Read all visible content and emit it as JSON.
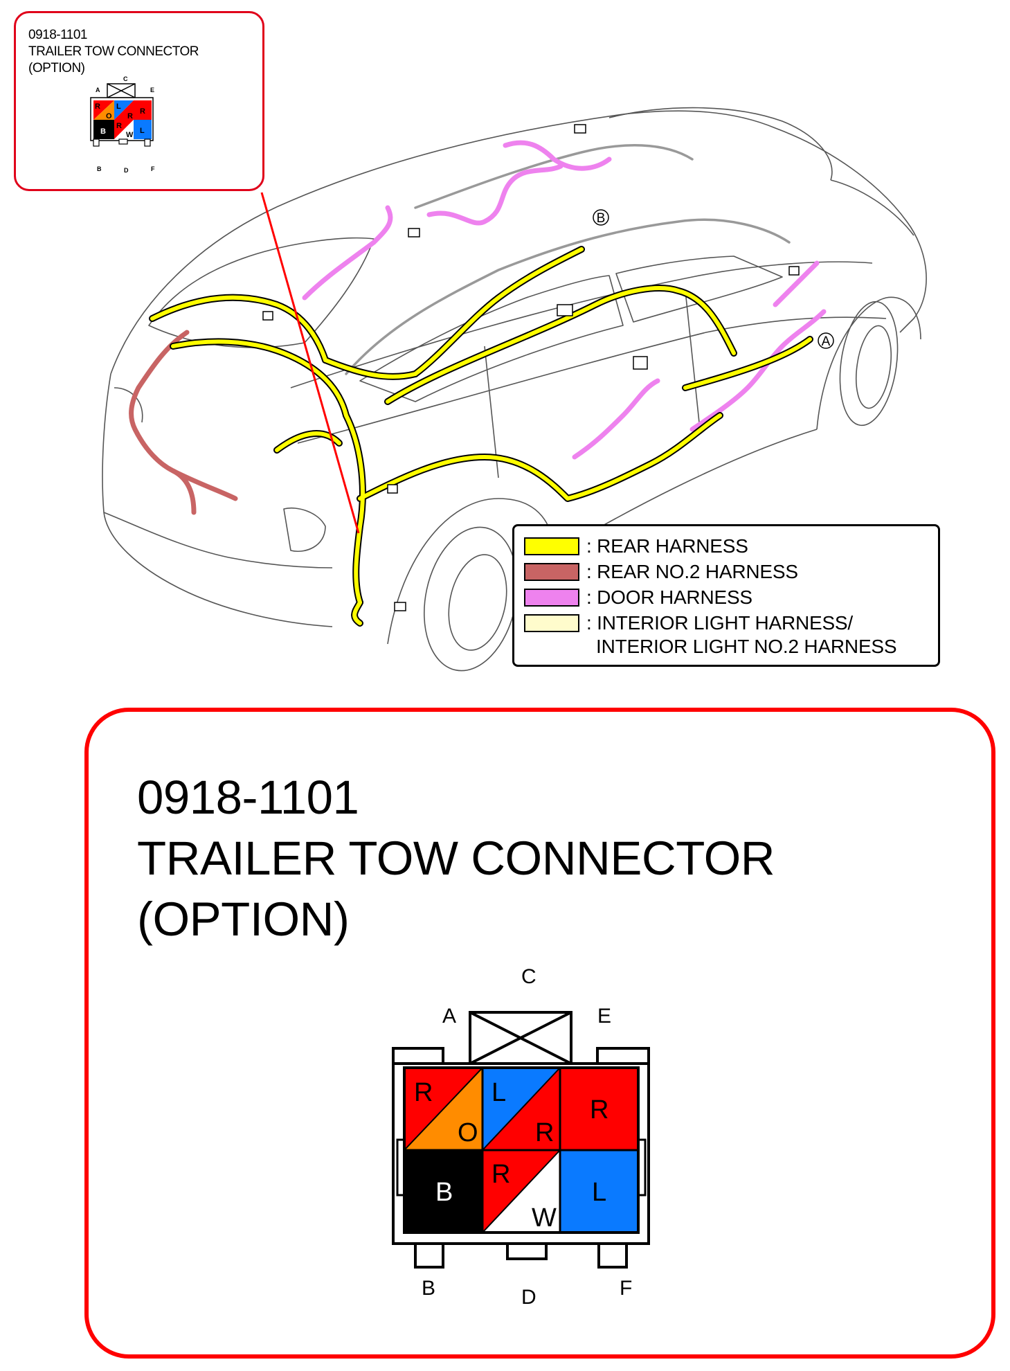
{
  "connector": {
    "code": "0918-1101",
    "name": "TRAILER TOW CONNECTOR",
    "option": "(OPTION)",
    "pin_letters": [
      "A",
      "B",
      "C",
      "D",
      "E",
      "F"
    ],
    "pins": [
      {
        "top": "R",
        "bottom": "O"
      },
      {
        "top": "L",
        "bottom": "R"
      },
      {
        "solid": "R"
      },
      {
        "solid": "B"
      },
      {
        "top": "R",
        "bottom": "W"
      },
      {
        "solid": "L"
      }
    ]
  },
  "callouts": {
    "vehicle": [
      "A",
      "B"
    ]
  },
  "legend": {
    "items": [
      {
        "label": ": REAR HARNESS",
        "color": "#ffff00"
      },
      {
        "label": ": REAR NO.2 HARNESS",
        "color": "#c86464"
      },
      {
        "label": ": DOOR HARNESS",
        "color": "#ee82ee"
      },
      {
        "label": ": INTERIOR LIGHT HARNESS/",
        "color": "#fffccc"
      }
    ],
    "continuation": "INTERIOR LIGHT NO.2 HARNESS"
  },
  "colors": {
    "red": "#ff0000",
    "orange": "#ff8c00",
    "blue": "#0a7aff",
    "black": "#000000",
    "white": "#ffffff",
    "rear_harness": "#ffff00",
    "rear_no2_harness": "#c86464",
    "door_harness": "#ee82ee",
    "interior_light_harness": "#fffccc",
    "callout_border": "#ff0000"
  }
}
